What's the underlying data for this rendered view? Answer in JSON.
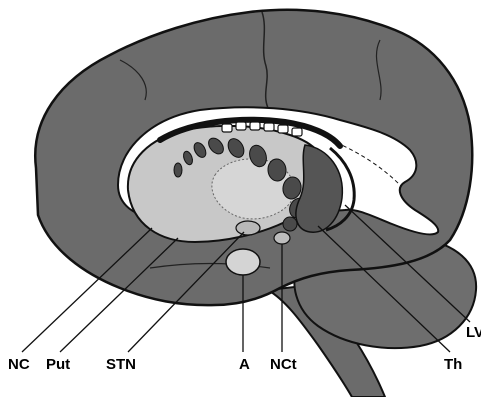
{
  "labels": {
    "nc": "NC",
    "put": "Put",
    "stn": "STN",
    "a": "A",
    "nct": "NCt",
    "th": "Th",
    "lv": "LV"
  },
  "colors": {
    "cortex": "#6b6b6b",
    "cerebellum": "#6e6e6e",
    "ventricle": "#ffffff",
    "striatum": "#c8c8c8",
    "outline": "#111111"
  }
}
